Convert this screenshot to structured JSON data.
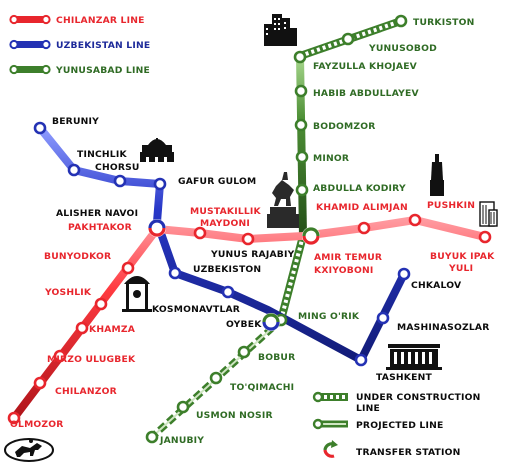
{
  "colors": {
    "chilanzar": "#e8262d",
    "uzbekistan": "#2432b4",
    "yunusabad": "#3d7f2b",
    "label_dark": "#0b0b0b",
    "background": "#ffffff"
  },
  "legend_top": {
    "chilanzar": "CHILANZAR LINE",
    "uzbekistan": "UZBEKISTAN LINE",
    "yunusabad": "YUNUSABAD LINE"
  },
  "legend_bottom": {
    "under_construction": "UNDER CONSTRUCTION",
    "under_construction_2": "LINE",
    "projected": "PROJECTED LINE",
    "transfer": "TRANSFER STATION"
  },
  "stations": {
    "beruniy": "BERUNIY",
    "tinchlik": "TINCHLIK",
    "chorsu": "CHORSU",
    "gafur_gulom": "GAFUR GULOM",
    "alisher_navoi": "ALISHER NAVOI",
    "pakhtakor": "PAKHTAKOR",
    "uzbekiston": "UZBEKISTON",
    "kosmonavtlar": "KOSMONAVTLAR",
    "oybek": "OYBEK",
    "ming_orik": "MING O'RIK",
    "tashkent": "TASHKENT",
    "mashinasozlar": "MASHINASOZLAR",
    "chkalov": "CHKALOV",
    "mustakillik": "MUSTAKILLIK",
    "maydoni": "MAYDONI",
    "yunus_rajabiy": "YUNUS RAJABIY",
    "amir_temur": "AMIR TEMUR",
    "kxiyoboni": "KXIYOBONI",
    "khamid_alimjan": "KHAMID ALIMJAN",
    "pushkin": "PUSHKIN",
    "buyuk_ipak": "BUYUK IPAK",
    "yuli": "YULI",
    "bunyodkor": "BUNYODKOR",
    "yoshlik": "YOSHLIK",
    "khamza": "KHAMZA",
    "mirzo_ulugbek": "MIRZO ULUGBEK",
    "chilanzor": "CHILANZOR",
    "olmozor": "OLMOZOR",
    "turkiston": "TURKISTON",
    "yunusobod": "YUNUSOBOD",
    "fayzulla_khojaev": "FAYZULLA KHOJAEV",
    "habib_abdullayev": "HABIB ABDULLAYEV",
    "bodomzor": "BODOMZOR",
    "minor": "MINOR",
    "abdulla_kodiry": "ABDULLA KODIRY",
    "bobur": "BOBUR",
    "toqimachi": "TO'QIMACHI",
    "usmon_nosir": "USMON NOSIR",
    "janubiy": "JANUBIY"
  },
  "icons": [
    "skyscrapers-icon",
    "chorsu-bazaar-icon",
    "equestrian-statue-icon",
    "monument-statue-icon",
    "tall-building-icon",
    "kosmonavtlar-monument-icon",
    "train-station-icon",
    "horse-rider-logo-icon",
    "transfer-arrow-icon"
  ]
}
